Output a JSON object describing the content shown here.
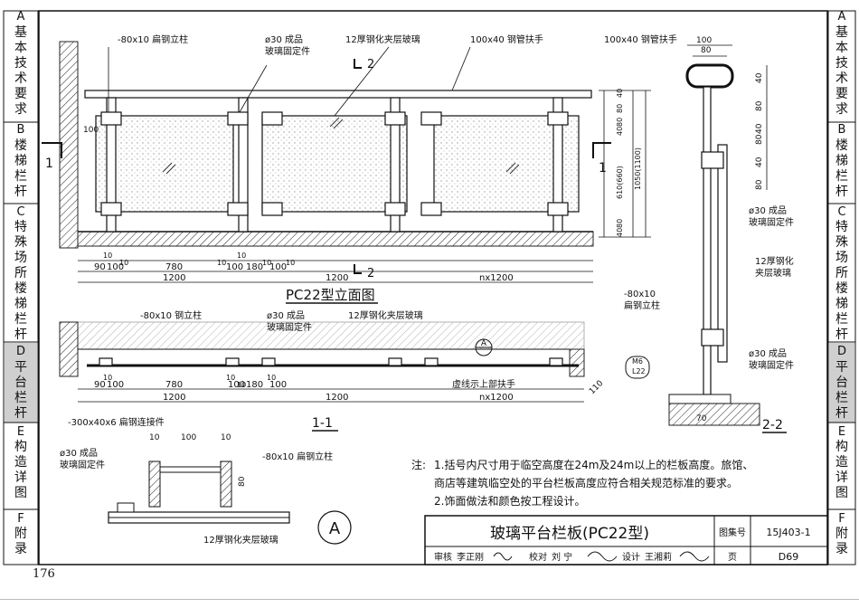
{
  "sidebar_left": [
    {
      "letter": "A",
      "text": "基本技术要求"
    },
    {
      "letter": "B",
      "text": "楼梯栏杆"
    },
    {
      "letter": "C",
      "text": "特殊场所楼梯栏杆"
    },
    {
      "letter": "D",
      "text": "平台栏杆"
    },
    {
      "letter": "E",
      "text": "构造详图"
    },
    {
      "letter": "F",
      "text": "附录"
    }
  ],
  "sidebar_right": [
    {
      "letter": "A",
      "text": "基本技术要求"
    },
    {
      "letter": "B",
      "text": "楼梯栏杆"
    },
    {
      "letter": "C",
      "text": "特殊场所楼梯栏杆"
    },
    {
      "letter": "D",
      "text": "平台栏杆"
    },
    {
      "letter": "E",
      "text": "构造详图"
    },
    {
      "letter": "F",
      "text": "附录"
    }
  ],
  "elevation": {
    "title": "PC22型立面图",
    "labels": {
      "flat_post": "-80x10 扁钢立柱",
      "glass_fixer": "ø30  成品\n玻璃固定件",
      "glass": "12厚钢化夹层玻璃",
      "handrail": "100x40 钢管扶手"
    },
    "section_mark": "2",
    "side_mark": "1",
    "offset_100": "100",
    "dims_top_row": [
      "10",
      "10",
      "10",
      "10",
      "10",
      "10"
    ],
    "dims_mid_row": [
      "90",
      "100",
      "780",
      "100",
      "180",
      "100"
    ],
    "dims_bottom": [
      "1200",
      "1200",
      "nx1200"
    ],
    "vertical_dims": [
      "40",
      "80",
      "80",
      "40",
      "610(660)",
      "1050(1100)",
      "80",
      "40"
    ]
  },
  "plan": {
    "title": "1-1",
    "labels": {
      "flat_post": "-80x10 钢立柱",
      "glass_fixer": "ø30    成品\n玻璃固定件",
      "glass": "12厚钢化夹层玻璃",
      "dashed_note": "虚线示上部扶手",
      "detail_ref": "A",
      "dim_110": "110"
    },
    "dims_top_row": [
      "10",
      "10",
      "10",
      "10"
    ],
    "dims_mid_row": [
      "90",
      "100",
      "780",
      "100",
      "180",
      "100"
    ],
    "dims_bottom": [
      "1200",
      "1200",
      "nx1200"
    ]
  },
  "section": {
    "title": "2-2",
    "labels": {
      "handrail": "100x40 钢管扶手",
      "glass_fixer_1": "ø30  成品\n玻璃固定件",
      "glass": "12厚钢化\n夹层玻璃",
      "flat_post": "-80x10\n扁钢立柱",
      "glass_fixer_2": "ø30  成品\n玻璃固定件",
      "anchor": "M6\nL22"
    },
    "dims_top": [
      "100",
      "80"
    ],
    "dims_right": [
      "40",
      "80",
      "40",
      "80",
      "40",
      "80"
    ],
    "dim_bottom": "70"
  },
  "detail_a": {
    "mark": "A",
    "labels": {
      "connector": "-300x40x6 扁钢连接件",
      "glass_fixer": "ø30   成品\n玻璃固定件",
      "flat_post": "-80x10 扁钢立柱",
      "glass": "12厚钢化夹层玻璃"
    },
    "dims": [
      "10",
      "100",
      "10",
      "80"
    ]
  },
  "notes": {
    "prefix": "注:",
    "items": [
      "1.括号内尺寸用于临空高度在24m及24m以上的栏板高度。旅馆、",
      "   商店等建筑临空处的平台栏板高度应符合相关规范标准的要求。",
      "2.饰面做法和颜色按工程设计。"
    ]
  },
  "title_block": {
    "title": "玻璃平台栏板(PC22型)",
    "atlas_label": "图集号",
    "atlas_number": "15J403-1",
    "review_label": "审核",
    "reviewer": "李正刚",
    "check_label": "校对",
    "checker": "刘  宁",
    "design_label": "设计",
    "designer": "王湘莉",
    "page_label": "页",
    "page_value": "D69"
  },
  "page_number": "176"
}
